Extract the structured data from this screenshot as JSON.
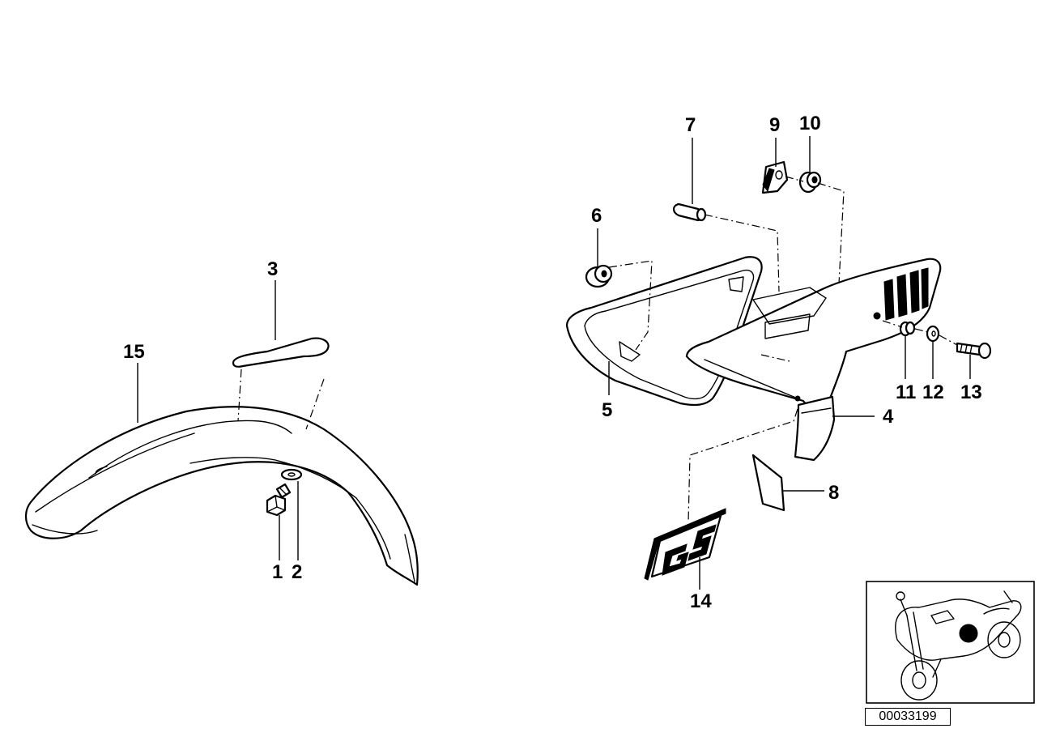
{
  "callouts": {
    "c1": "1",
    "c2": "2",
    "c3": "3",
    "c4": "4",
    "c5": "5",
    "c6": "6",
    "c7": "7",
    "c8": "8",
    "c9": "9",
    "c10": "10",
    "c11": "11",
    "c12": "12",
    "c13": "13",
    "c14": "14",
    "c15": "15"
  },
  "decal_text": "GS",
  "diagram_id": "00033199"
}
